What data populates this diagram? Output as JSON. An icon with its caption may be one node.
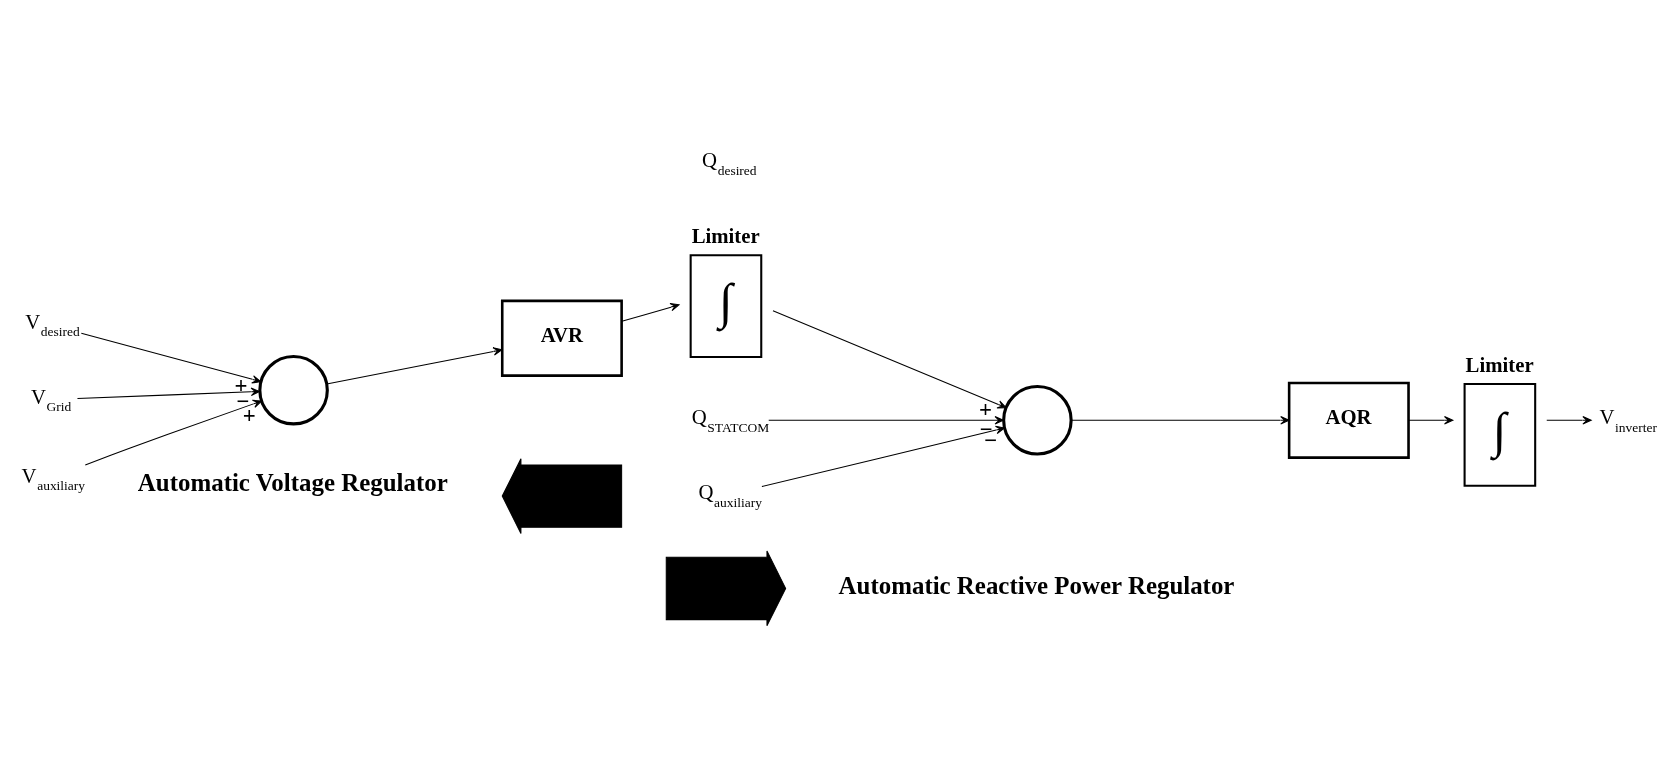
{
  "diagram": {
    "nodes": [
      {
        "text": [
          "V$_{desired}$"
        ]
      },
      {
        "text": [
          "V$_{Grid}$"
        ]
      },
      {
        "text": [],
        "shape": "circle"
      },
      {
        "text": [
          "V$_{auxiliary}$"
        ]
      },
      {
        "text": [
          "AVR"
        ]
      },
      {
        "text": [
          "Limiter",
          "∫"
        ]
      },
      {
        "text": [
          "Q$_{STATCOM}$"
        ]
      },
      {
        "text": [],
        "shape": "circle"
      },
      {
        "text": [
          "Q$_{auxiliary}$"
        ]
      },
      {
        "text": [
          "AQR"
        ]
      },
      {
        "text": [
          "Limiter",
          "∫"
        ]
      },
      {
        "text": [
          "V$_{inverter}$"
        ]
      },
      {
        "text": [],
        "shape": "arrow"
      },
      {
        "text": [],
        "shape": "arrow"
      }
    ],
    "edges": [
      {
        "from": 0,
        "to": 2,
        "arrow": "to",
        "label": "+"
      },
      {
        "from": 1,
        "to": 2,
        "arrow": "to",
        "label": "−"
      },
      {
        "from": 3,
        "to": 2,
        "arrow": "to",
        "label": "+"
      },
      {
        "from": 2,
        "to": 4,
        "arrow": "to"
      },
      {
        "from": 4,
        "to": 5,
        "arrow": "to"
      },
      {
        "from": 5,
        "to": 7,
        "arrow": "to",
        "label": "+"
      },
      {
        "from": 6,
        "to": 7,
        "arrow": "to",
        "label": "−"
      },
      {
        "from": 8,
        "to": 7,
        "arrow": "to",
        "label": "−"
      },
      {
        "from": 7,
        "to": 9,
        "arrow": "to"
      },
      {
        "from": 9,
        "to": 10,
        "arrow": "to"
      },
      {
        "from": 10,
        "to": 11,
        "arrow": "to"
      }
    ],
    "labels": [
      "Q$_{desired}$",
      "Automatic Voltage Regulator",
      "Automatic Reactive Power Regulator"
    ]
  }
}
